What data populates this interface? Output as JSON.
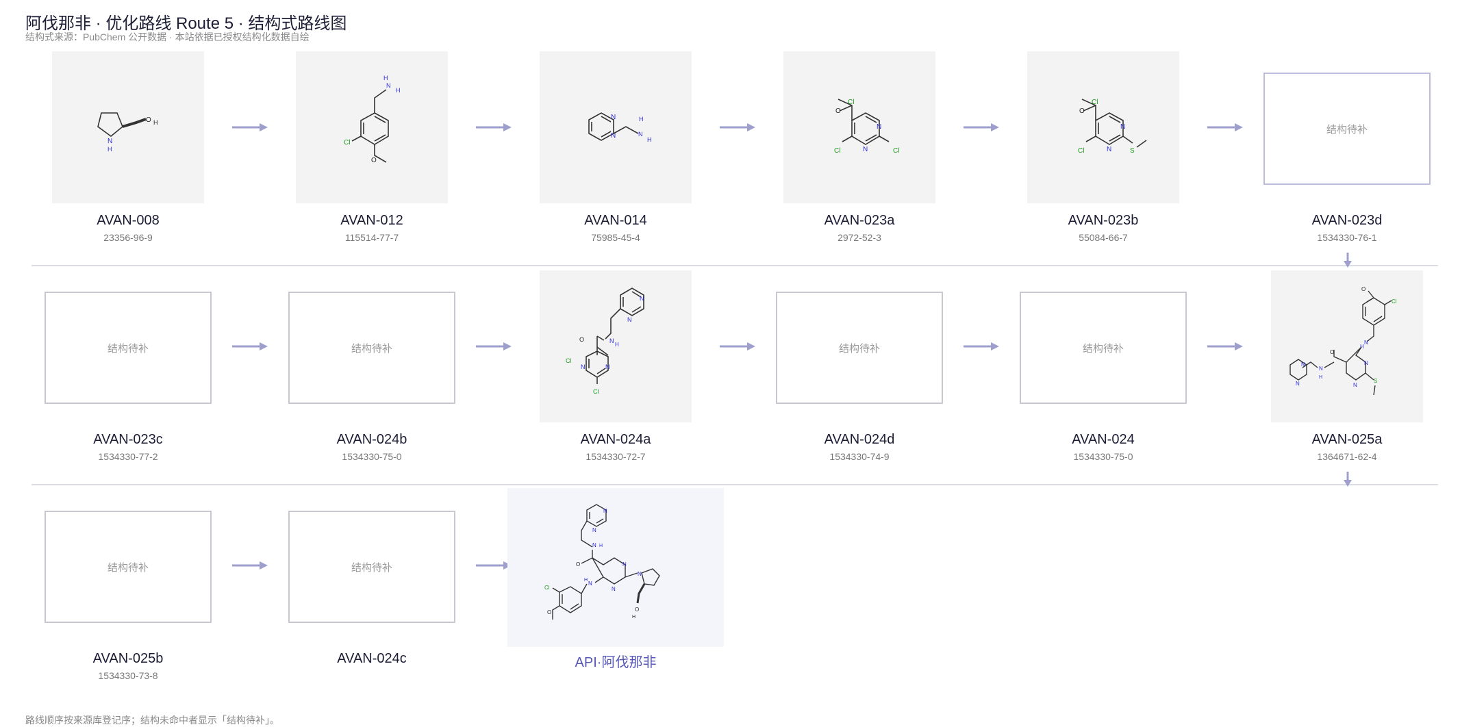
{
  "header": {
    "title": "阿伐那非 · 优化路线 Route 5 · 结构式路线图",
    "subtitle": "结构式来源：PubChem 公开数据 · 本站依据已授权结构化数据自绘"
  },
  "placeholder_text": "结构待补",
  "nodes": [
    {
      "code": "AVAN-008",
      "cas": "23356-96-9"
    },
    {
      "code": "AVAN-012",
      "cas": "115514-77-7"
    },
    {
      "code": "AVAN-014",
      "cas": "75985-45-4"
    },
    {
      "code": "AVAN-023a",
      "cas": "2972-52-3"
    },
    {
      "code": "AVAN-023b",
      "cas": "55084-66-7"
    },
    {
      "code": "AVAN-023d",
      "cas": "1534330-76-1"
    },
    {
      "code": "AVAN-023c",
      "cas": "1534330-77-2"
    },
    {
      "code": "AVAN-024b",
      "cas": "1534330-75-0"
    },
    {
      "code": "AVAN-024a",
      "cas": "1534330-72-7"
    },
    {
      "code": "AVAN-024d",
      "cas": "1534330-74-9"
    },
    {
      "code": "AVAN-024",
      "cas": "1534330-75-0"
    },
    {
      "code": "AVAN-025a",
      "cas": "1364671-62-4"
    },
    {
      "code": "AVAN-025b",
      "cas": "1534330-73-8"
    },
    {
      "code": "AVAN-024c",
      "cas": ""
    },
    {
      "code": "API·阿伐那非",
      "cas": ""
    }
  ],
  "footer": "路线顺序按来源库登记序；结构未命中者显示「结构待补」。",
  "colors": {
    "arrow": "#9f9fce",
    "accent": "#5757b6",
    "nitrogen": "#2b2bd8",
    "chlorine": "#1a9b1a",
    "oxygen": "#222222"
  }
}
